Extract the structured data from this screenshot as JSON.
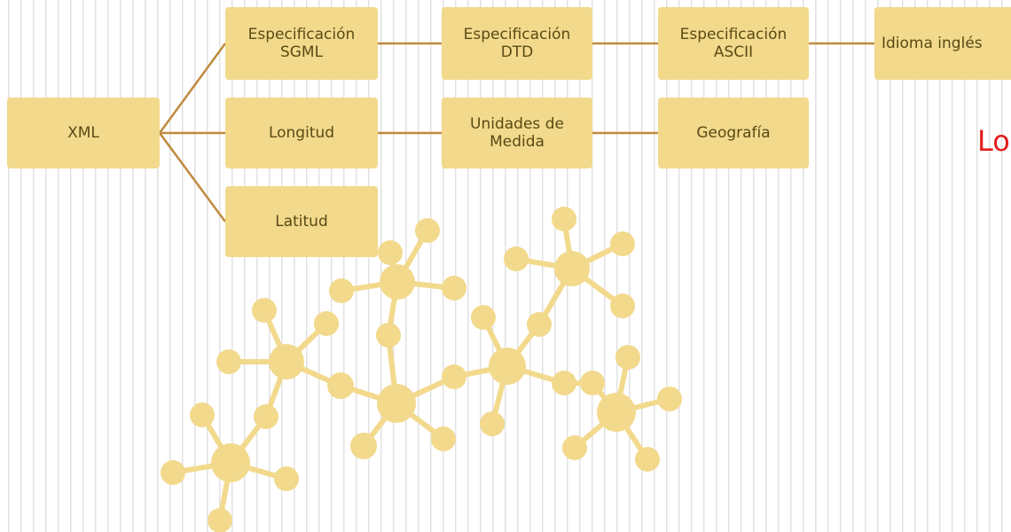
{
  "diagram": {
    "nodes": [
      {
        "id": "xml",
        "lines": [
          "XML"
        ]
      },
      {
        "id": "sgml",
        "lines": [
          "Especificación",
          "SGML"
        ]
      },
      {
        "id": "dtd",
        "lines": [
          "Especificación",
          "DTD"
        ]
      },
      {
        "id": "ascii",
        "lines": [
          "Especificación",
          "ASCII"
        ]
      },
      {
        "id": "idioma",
        "lines": [
          "Idioma inglés"
        ]
      },
      {
        "id": "longitud",
        "lines": [
          "Longitud"
        ]
      },
      {
        "id": "unidades",
        "lines": [
          "Unidades de",
          "Medida"
        ]
      },
      {
        "id": "geografia",
        "lines": [
          "Geografía"
        ]
      },
      {
        "id": "latitud",
        "lines": [
          "Latitud"
        ]
      }
    ],
    "edges": [
      [
        "xml",
        "sgml"
      ],
      [
        "xml",
        "longitud"
      ],
      [
        "xml",
        "latitud"
      ],
      [
        "sgml",
        "dtd"
      ],
      [
        "dtd",
        "ascii"
      ],
      [
        "ascii",
        "idioma"
      ],
      [
        "longitud",
        "unidades"
      ],
      [
        "unidades",
        "geografia"
      ]
    ],
    "colors": {
      "node_fill": "#f2d98c",
      "connector": "#c08a3e",
      "node_text": "#5a4a14"
    }
  },
  "overflow_text": "Lo",
  "molecule_illustration": {
    "icon": "molecule-network-icon",
    "color": "#f2d98c"
  }
}
